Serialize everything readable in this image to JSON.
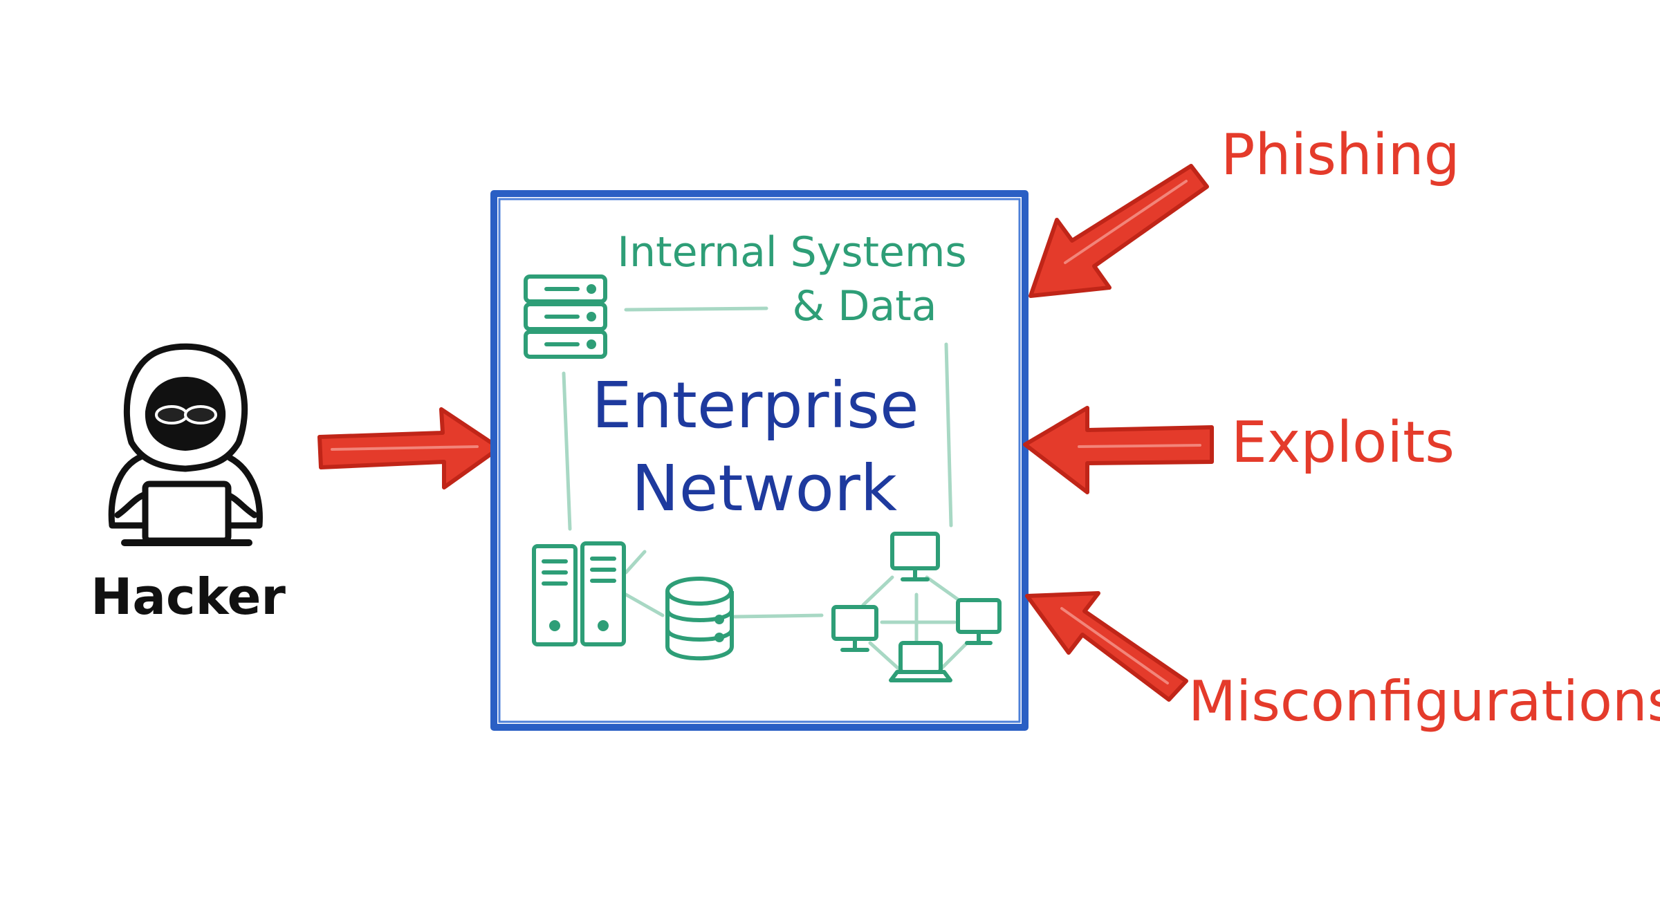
{
  "labels": {
    "hacker": "Hacker",
    "enterprise_line1": "Enterprise",
    "enterprise_line2": "Network",
    "internal_line1": "Internal Systems",
    "internal_line2": "& Data",
    "phishing": "Phishing",
    "exploits": "Exploits",
    "misconfigurations": "Misconfigurations"
  },
  "colors": {
    "ink": "#111111",
    "box": "#2a5fc4",
    "title": "#1e3a9e",
    "green": "#2e9e77",
    "green_light": "#a8d8c4",
    "red": "#e43b2b",
    "red_dark": "#c02518",
    "background": "#ffffff"
  },
  "icons": [
    "hacker-icon",
    "server-rack-icon",
    "tower-server-icon",
    "database-icon",
    "computer-network-icon"
  ]
}
